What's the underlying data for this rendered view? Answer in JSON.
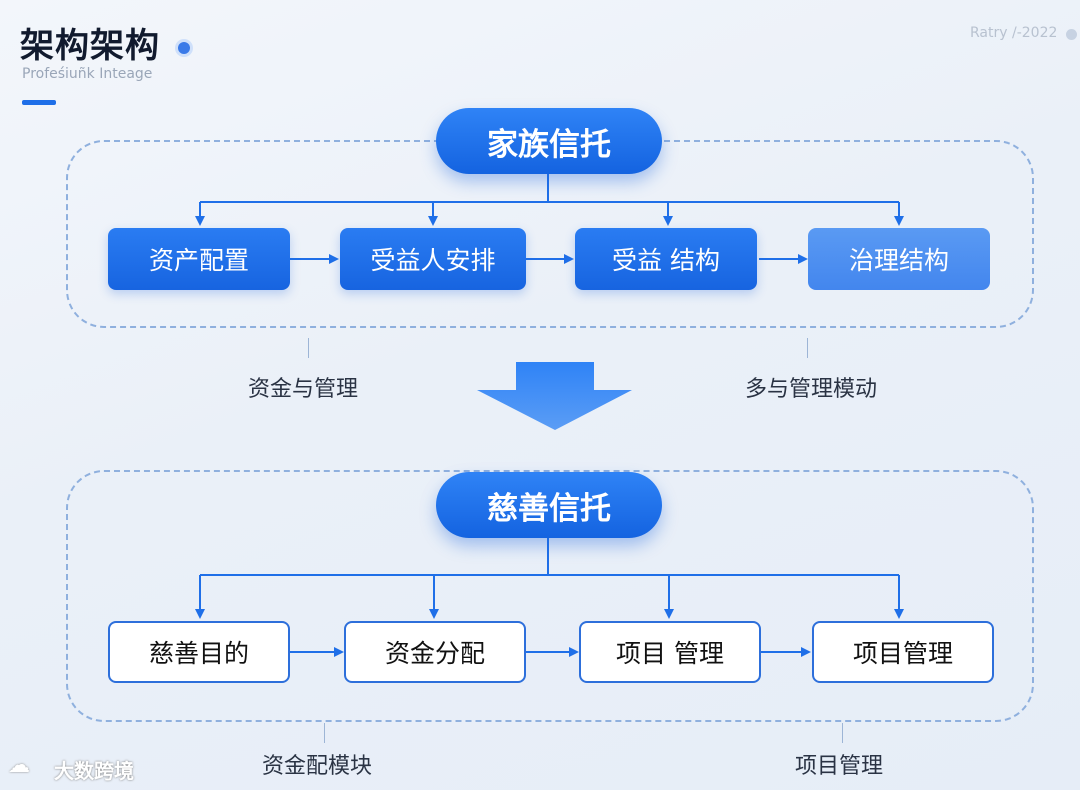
{
  "header": {
    "title": "架构架构",
    "subtitle": "Profeśiuñk Inteage",
    "right_label": "Ratry /-2022"
  },
  "top_section": {
    "title": "家族信托",
    "items": [
      "资产配置",
      "受益人安排",
      "受益 结构",
      "治理结构"
    ],
    "captions": [
      "资金与管理",
      "多与管理模动"
    ]
  },
  "bottom_section": {
    "title": "慈善信托",
    "items": [
      "慈善目的",
      "资金分配",
      "项目 管理",
      "项目管理"
    ],
    "captions": [
      "资金配模块",
      "项目管理"
    ]
  },
  "watermark": {
    "icon": "cloud-logo-icon",
    "text": "大数跨境"
  },
  "colors": {
    "primary": "#1f6fe8",
    "light": "#4386ee",
    "dashed": "#8fb0de"
  }
}
